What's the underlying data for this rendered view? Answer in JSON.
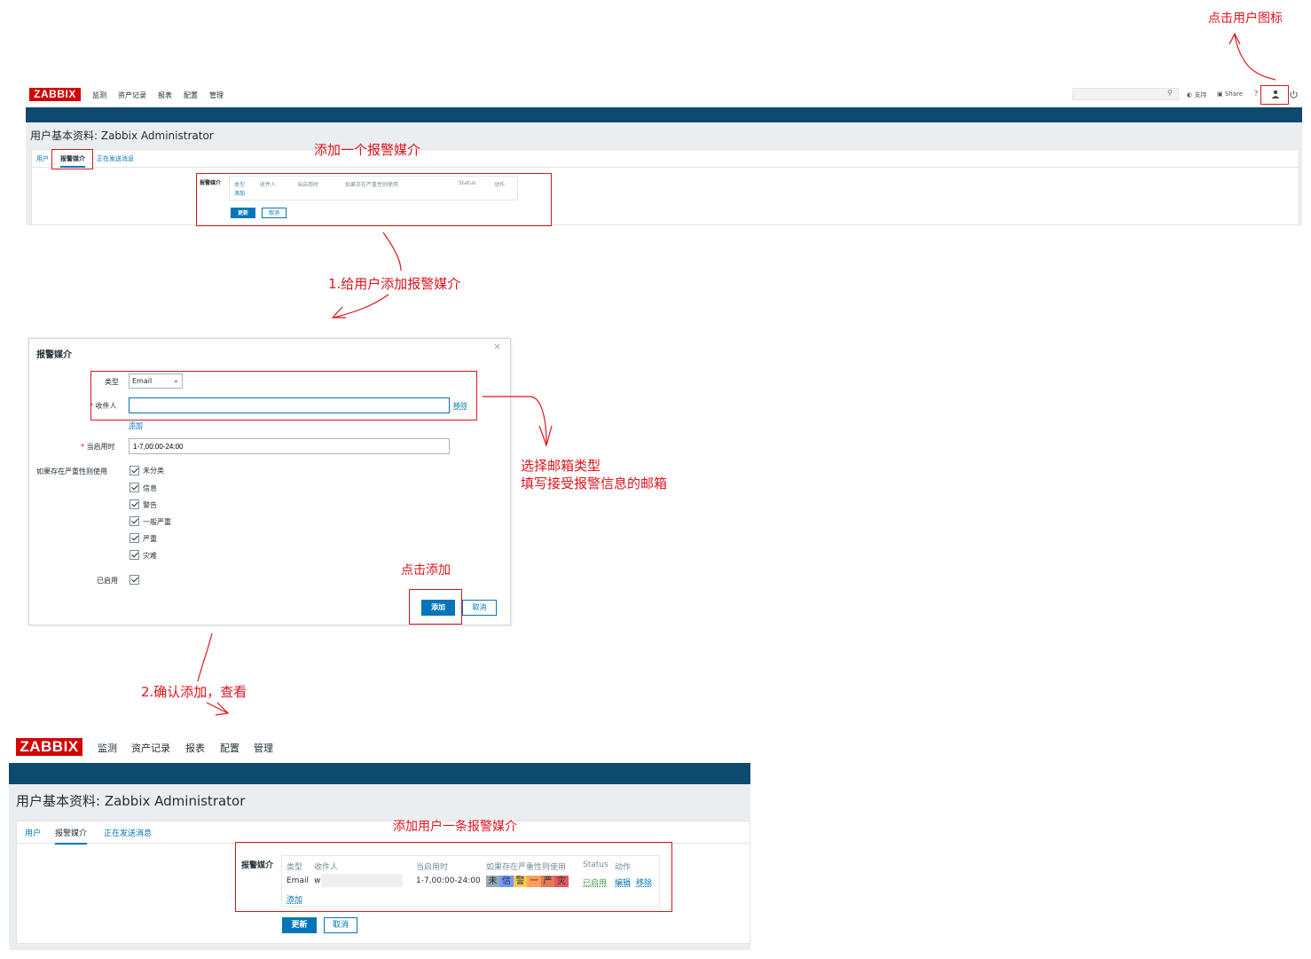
{
  "annotations": {
    "click_user_icon": "点击用户图标",
    "add_one_media": "添加一个报警媒介",
    "step1": "1.给用户添加报警媒介",
    "choose_email": "选择邮箱类型",
    "fill_email": "填写接受报警信息的邮箱",
    "click_add": "点击添加",
    "step2": "2.确认添加，查看",
    "added_one": "添加用户一条报警媒介"
  },
  "top_screen": {
    "logo": "ZABBIX",
    "nav": [
      "监测",
      "资产记录",
      "报表",
      "配置",
      "管理"
    ],
    "header_right": {
      "support": "支持",
      "share": "Share",
      "help": "?"
    },
    "page_title": "用户基本资料: Zabbix Administrator",
    "tabs": [
      "用户",
      "报警媒介",
      "正在发送消息"
    ],
    "media_label": "报警媒介",
    "columns": [
      "类型",
      "收件人",
      "当启用时",
      "如果存在严重性则使用",
      "Status",
      "动作"
    ],
    "add_link": "添加",
    "update_button": "更新",
    "cancel_button": "取消"
  },
  "dialog": {
    "title": "报警媒介",
    "close": "×",
    "type_label": "类型",
    "type_value": "Email",
    "recipient_label": "收件人",
    "recipient_value": "",
    "remove_link": "移除",
    "add_link": "添加",
    "when_active_label": "当启用时",
    "when_active_value": "1-7,00:00-24:00",
    "severity_label": "如果存在严重性则使用",
    "severities": [
      "未分类",
      "信息",
      "警告",
      "一般严重",
      "严重",
      "灾难"
    ],
    "enabled_label": "已启用",
    "add_button": "添加",
    "cancel_button": "取消"
  },
  "bottom_screen": {
    "logo": "ZABBIX",
    "nav": [
      "监测",
      "资产记录",
      "报表",
      "配置",
      "管理"
    ],
    "page_title": "用户基本资料: Zabbix Administrator",
    "tabs": [
      "用户",
      "报警媒介",
      "正在发送消息"
    ],
    "media_label": "报警媒介",
    "columns": [
      "类型",
      "收件人",
      "当启用时",
      "如果存在严重性则使用",
      "Status",
      "动作"
    ],
    "row": {
      "type": "Email",
      "recipient": "w",
      "when_active": "1-7,00:00-24:00",
      "severity_chars": [
        "未",
        "信",
        "警",
        "一",
        "严",
        "灾"
      ],
      "status": "已启用",
      "edit": "编辑",
      "remove": "移除"
    },
    "add_link": "添加",
    "update_button": "更新",
    "cancel_button": "取消"
  },
  "colors": {
    "brand_red": "#d40000",
    "header_band": "#0e4a6e",
    "link_blue": "#0275b8",
    "annotation_red": "#e0131b",
    "status_green": "#429e47",
    "sev_not_classified": "#97aab3",
    "sev_information": "#7499ff",
    "sev_warning": "#ffc859",
    "sev_average": "#ffa059",
    "sev_high": "#e97659",
    "sev_disaster": "#e45959"
  }
}
